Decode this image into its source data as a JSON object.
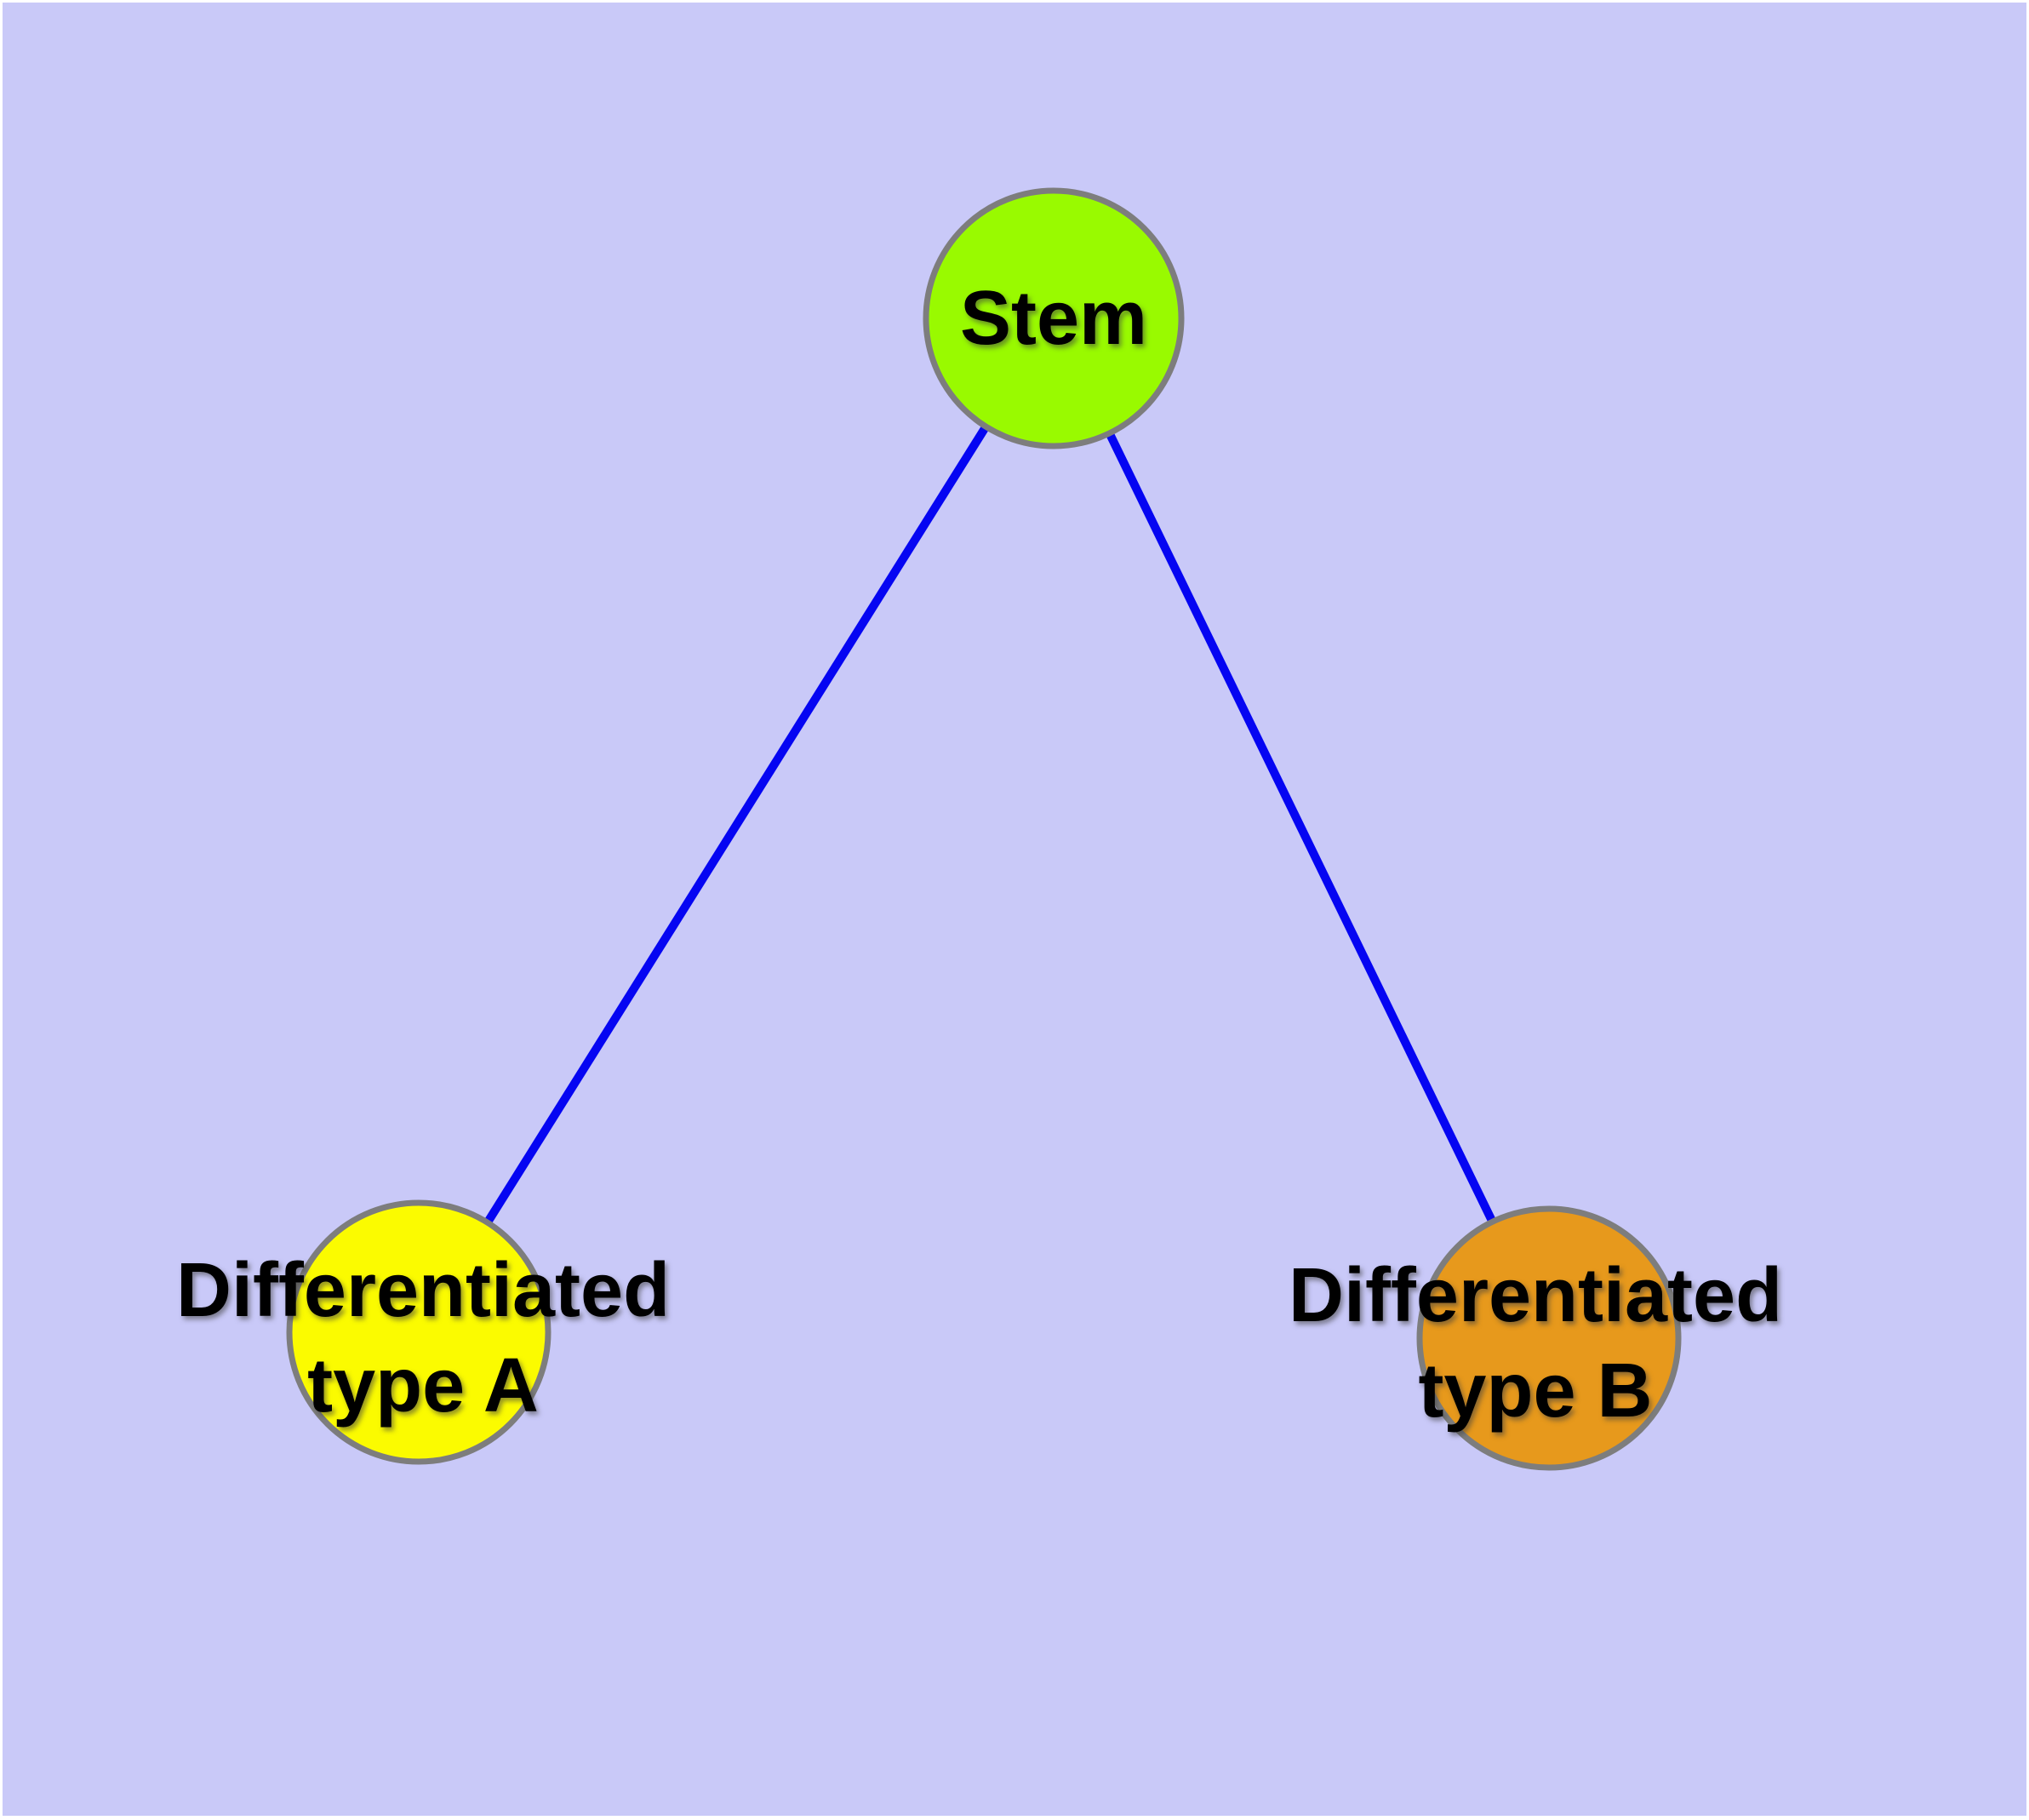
{
  "diagram": {
    "type": "graph",
    "background_color": "#C9C9F8",
    "frame_color": "#FFFFFF",
    "edge_color": "#0505F2",
    "node_border_color": "#7D7D7D",
    "nodes": {
      "stem": {
        "label": "Stem",
        "color": "#99FA00"
      },
      "type_a": {
        "label": "Differentiated\ntype A",
        "color": "#FBFB00"
      },
      "type_b": {
        "label": "Differentiated\ntype B",
        "color": "#E7991C"
      }
    },
    "edges": [
      {
        "from": "Stem",
        "to": "Differentiated type A"
      },
      {
        "from": "Stem",
        "to": "Differentiated type B"
      }
    ]
  }
}
